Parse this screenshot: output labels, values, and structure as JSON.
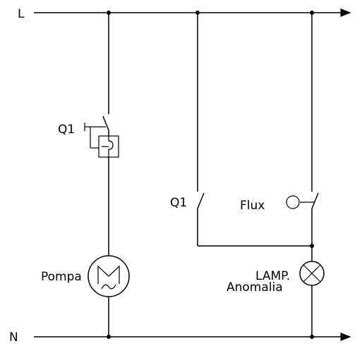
{
  "diagram": {
    "lines": {
      "phase": "L",
      "neutral": "N"
    },
    "left_branch": {
      "breaker_label": "Q1",
      "motor_label": "Pompa"
    },
    "right_branch": {
      "aux_contact_label": "Q1",
      "flow_switch_label": "Flux",
      "lamp_label_line1": "LAMP.",
      "lamp_label_line2": "Anomalia"
    }
  }
}
